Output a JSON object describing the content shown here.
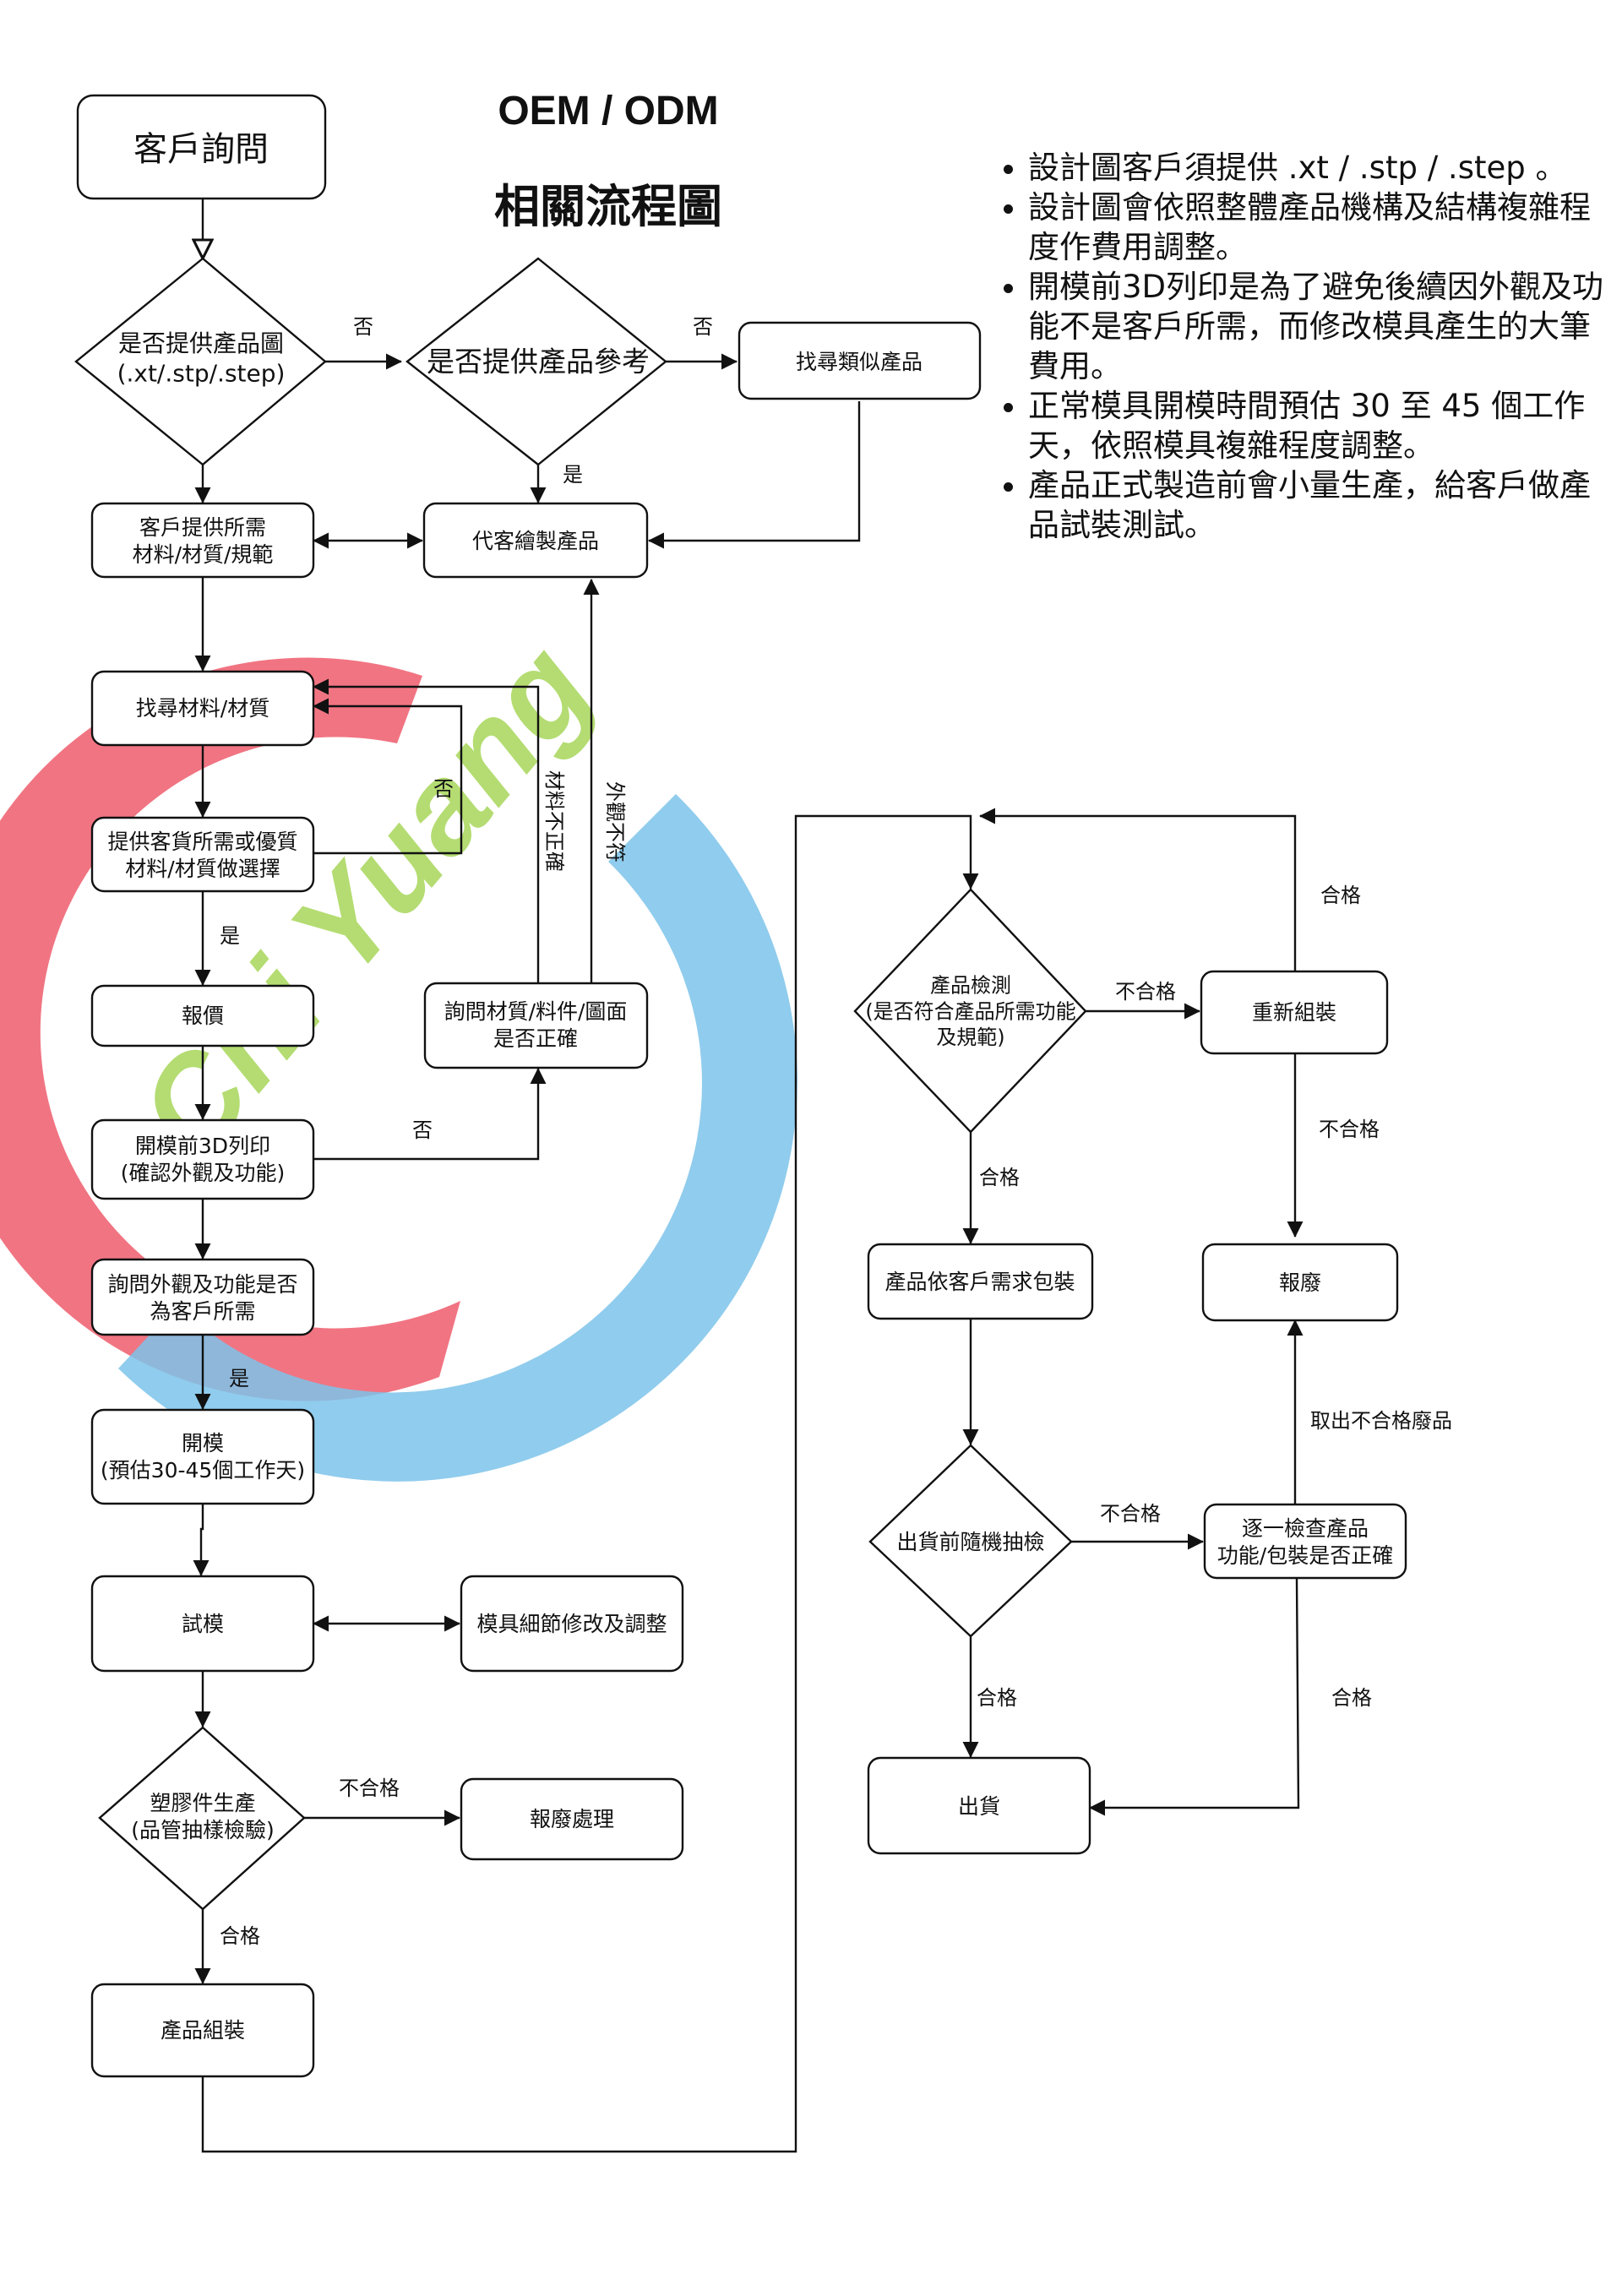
{
  "title": {
    "line1": "OEM / ODM",
    "line2": "相關流程圖"
  },
  "notes": [
    "設計圖客戶須提供 .xt / .stp / .step 。",
    "設計圖會依照整體產品機構及結構複雜程度作費用調整。",
    "開模前3D列印是為了避免後續因外觀及功能不是客戶所需，而修改模具產生的大筆費用。",
    "正常模具開模時間預估 30 至 45 個工作天，依照模具複雜程度調整。",
    "產品正式製造前會小量生產，給客戶做產品試裝測試。"
  ],
  "watermark": {
    "text": "Chi Yuang",
    "colors": {
      "red": "#ee5566",
      "blue": "#7cc3ea",
      "green": "#a8d65a"
    }
  },
  "nodes": {
    "start": [
      "客戶詢問"
    ],
    "provide_drawing": [
      "是否提供產品圖",
      "(.xt/.stp/.step)"
    ],
    "provide_reference": [
      "是否提供產品參考"
    ],
    "find_similar": [
      "找尋類似產品"
    ],
    "customer_material": [
      "客戶提供所需",
      "材料/材質/規範"
    ],
    "draw_for_customer": [
      "代客繪製產品"
    ],
    "find_material": [
      "找尋材料/材質"
    ],
    "offer_material": [
      "提供客貨所需或優質",
      "材料/材質做選擇"
    ],
    "quote": [
      "報價"
    ],
    "ask_material": [
      "詢問材質/料件/圖面",
      "是否正確"
    ],
    "print_3d": [
      "開模前3D列印",
      "(確認外觀及功能)"
    ],
    "ask_appearance": [
      "詢問外觀及功能是否",
      "為客戶所需"
    ],
    "open_mold": [
      "開模",
      "(預估30-45個工作天)"
    ],
    "trial_mold": [
      "試模"
    ],
    "mold_adjust": [
      "模具細節修改及調整"
    ],
    "plastic_production": [
      "塑膠件生產",
      "(品管抽樣檢驗)"
    ],
    "scrap_process": [
      "報廢處理"
    ],
    "assembly": [
      "產品組裝"
    ],
    "product_test": [
      "產品檢測",
      "(是否符合產品所需功能",
      "及規範)"
    ],
    "reassemble": [
      "重新組裝"
    ],
    "pack": [
      "產品依客戶需求包裝"
    ],
    "scrap": [
      "報廢"
    ],
    "random_check": [
      "出貨前隨機抽檢"
    ],
    "inspect_each": [
      "逐一檢查產品",
      "功能/包裝是否正確"
    ],
    "ship": [
      "出貨"
    ]
  },
  "labels": {
    "no": "否",
    "yes": "是",
    "pass": "合格",
    "fail": "不合格",
    "material_wrong": "材料不正確",
    "appearance_wrong": "外觀不符",
    "take_out_defect": "取出不合格廢品"
  }
}
